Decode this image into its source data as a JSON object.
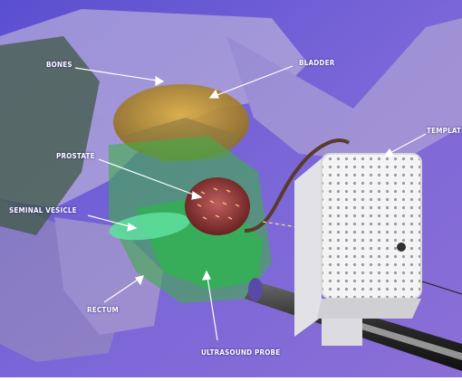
{
  "labels": {
    "bones": "BONES",
    "bladder": "BLADDER",
    "template": "TEMPLATE",
    "prostate": "PROSTATE",
    "seminal_vesicle": "SEMINAL VESICLE",
    "rectum": "RECTUM",
    "ultrasound_probe": "ULTRASOUND PROBE"
  },
  "colors": {
    "background": "#6f5ed6",
    "bones": "#c8c0d8",
    "bladder": "#c79a2a",
    "prostate": "#9a3a3a",
    "seminal_vesicle": "#3fcf6a",
    "rectum": "#3aa84a",
    "template": "#f2f2f2",
    "probe": "#3a3a3a"
  }
}
